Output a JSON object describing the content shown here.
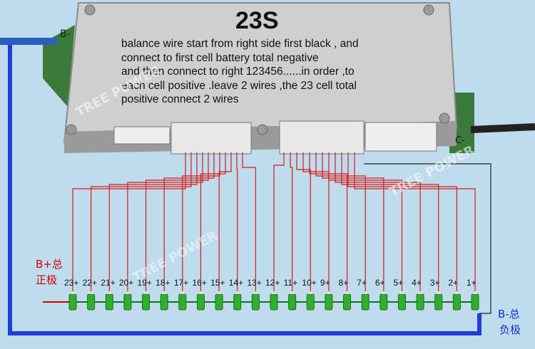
{
  "title": "23S",
  "description": [
    "balance wire start from right side first black , and",
    "connect to first cell battery total negative",
    "and then connect to right 123456......in order ,to",
    "each cell positive .leave 2 wires ,the 23 cell total",
    "positive connect 2 wires"
  ],
  "board": {
    "left_label": "B-",
    "right_label": "C-"
  },
  "watermark": "TREE POWER",
  "terminals": {
    "b_plus": {
      "line1": "B+总",
      "line2": "正极"
    },
    "b_minus": {
      "line1": "B-总",
      "line2": "负极"
    }
  },
  "cells": [
    "23+",
    "22+",
    "21+",
    "20+",
    "19+",
    "18+",
    "17+",
    "16+",
    "15+",
    "14+",
    "13+",
    "12+",
    "11+",
    "10+",
    "9+",
    "8+",
    "7+",
    "6+",
    "5+",
    "4+",
    "3+",
    "2+",
    "1+"
  ],
  "colors": {
    "background": "#bfdcec",
    "sense_wire": "#d81a1a",
    "main_wire": "#1f3fd8",
    "cell": "#2fae2f",
    "board": "#c9c9c9"
  }
}
